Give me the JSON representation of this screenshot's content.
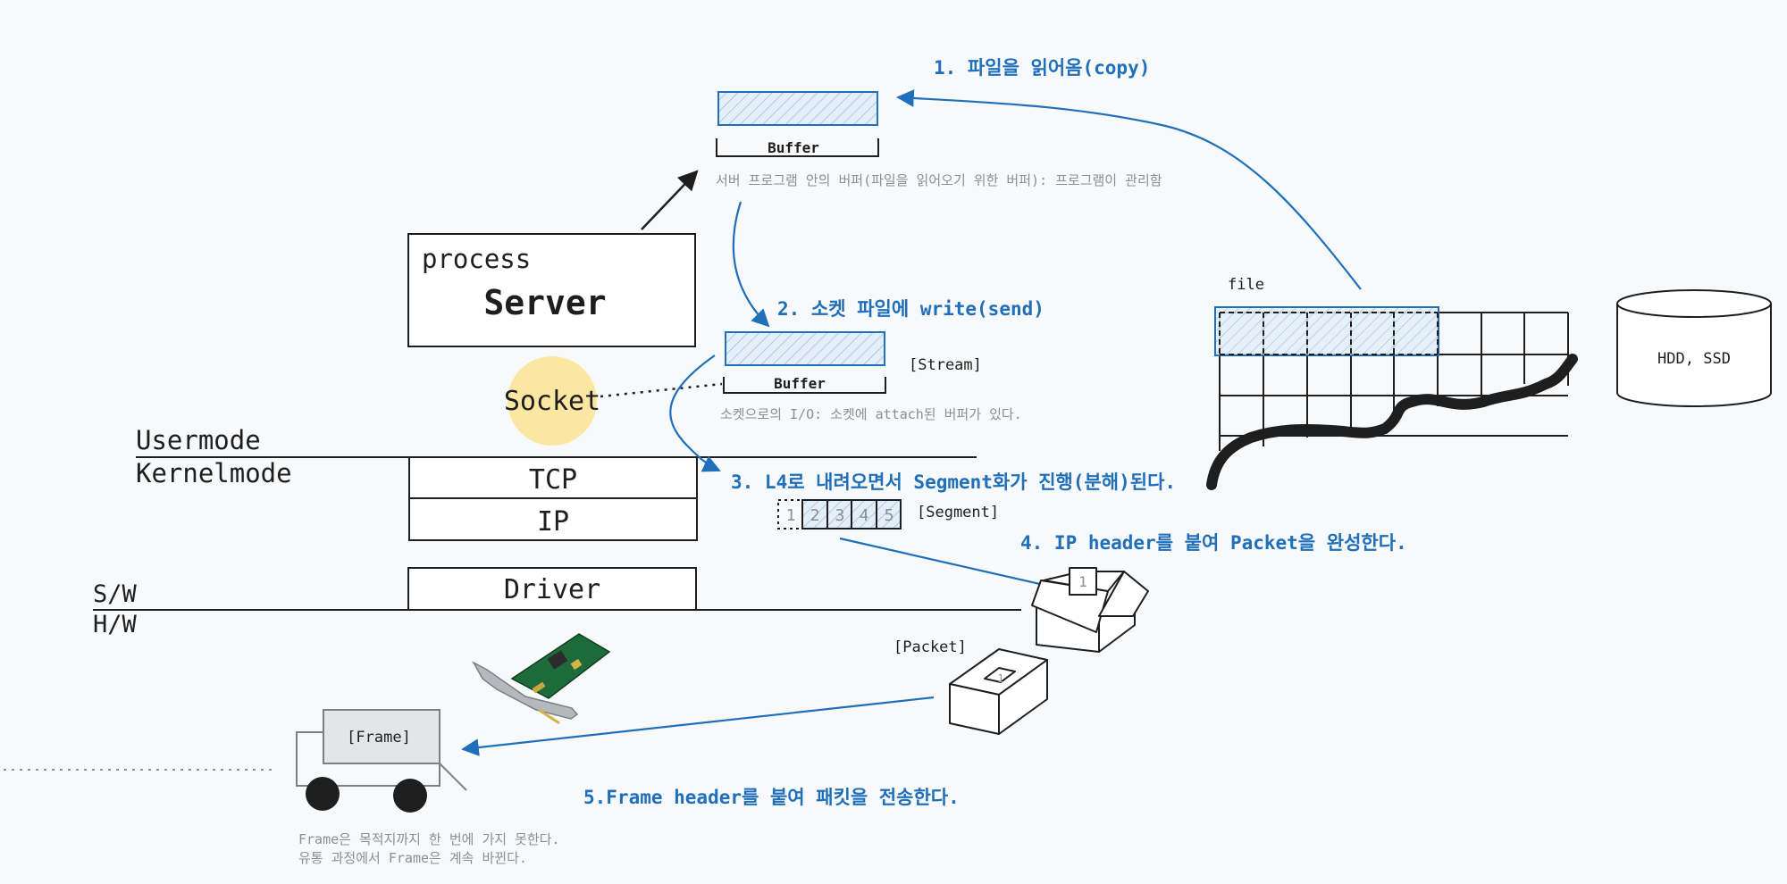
{
  "steps": {
    "s1": "1. 파일을 읽어옴(copy)",
    "s2": "2. 소켓 파일에 write(send)",
    "s3": "3. L4로 내려오면서 Segment화가 진행(분해)된다.",
    "s4": "4. IP header를 붙여 Packet을 완성한다.",
    "s5": "5.Frame header를 붙여 패킷을 전송한다."
  },
  "buffer_top": {
    "label": "Buffer",
    "note": "서버 프로그램 안의 버퍼(파일을 읽어오기 위한 버퍼): 프로그램이 관리함"
  },
  "buffer_socket": {
    "label": "Buffer",
    "tag": "[Stream]",
    "note": "소켓으로의 I/O: 소켓에 attach된 버퍼가 있다."
  },
  "process": {
    "small": "process",
    "big": "Server"
  },
  "socket": "Socket",
  "modes": {
    "user": "Usermode",
    "kernel": "Kernelmode",
    "sw": "S/W",
    "hw": "H/W"
  },
  "layers": {
    "tcp": "TCP",
    "ip": "IP",
    "driver": "Driver"
  },
  "segment": {
    "cells": [
      "1",
      "2",
      "3",
      "4",
      "5"
    ],
    "tag": "[Segment]"
  },
  "file": {
    "label": "file"
  },
  "storage": "HDD, SSD",
  "packet": {
    "tag": "[Packet]",
    "box_num": "1",
    "header_num": "1"
  },
  "frame": {
    "tag": "[Frame]",
    "note1": "Frame은 목적지까지 한 번에 가지 못한다.",
    "note2": "유통 과정에서 Frame은 계속 바뀐다."
  },
  "colors": {
    "accent": "#1f6fba",
    "socket": "#fce7a2",
    "ink": "#1e1e1e",
    "note": "#8a8f95"
  }
}
